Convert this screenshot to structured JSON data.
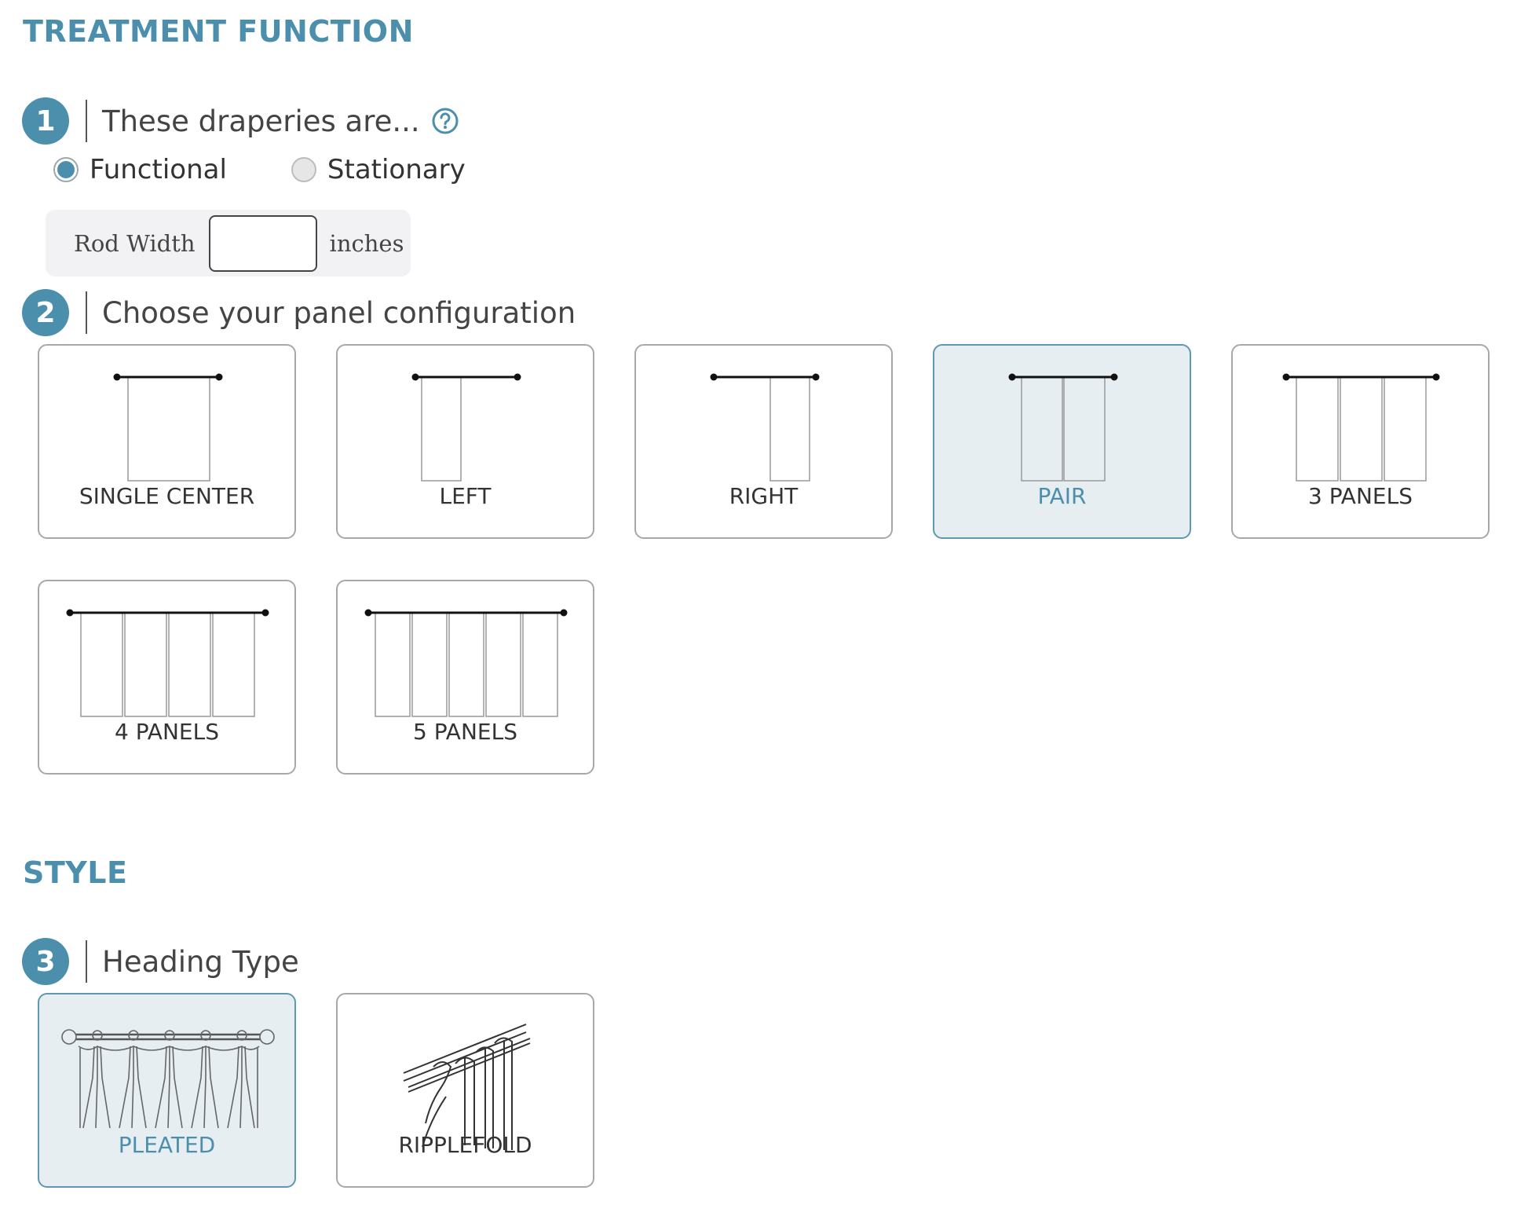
{
  "sections": {
    "treatment_title": "TREATMENT FUNCTION",
    "style_title": "STYLE"
  },
  "steps": [
    {
      "number": "1",
      "text": "These draperies are..."
    },
    {
      "number": "2",
      "text": "Choose your panel configuration"
    },
    {
      "number": "3",
      "text": "Heading Type"
    }
  ],
  "help_icon": "question-circle-icon",
  "function_options": [
    {
      "label": "Functional",
      "selected": true
    },
    {
      "label": "Stationary",
      "selected": false
    }
  ],
  "rod_width": {
    "label": "Rod Width",
    "value": "",
    "unit": "inches"
  },
  "panel_configs": [
    {
      "label": "SINGLE CENTER",
      "selected": false
    },
    {
      "label": "LEFT",
      "selected": false
    },
    {
      "label": "RIGHT",
      "selected": false
    },
    {
      "label": "PAIR",
      "selected": true
    },
    {
      "label": "3 PANELS",
      "selected": false
    },
    {
      "label": "4 PANELS",
      "selected": false
    },
    {
      "label": "5 PANELS",
      "selected": false
    }
  ],
  "heading_types": [
    {
      "label": "PLEATED",
      "selected": true
    },
    {
      "label": "RIPPLEFOLD",
      "selected": false
    }
  ],
  "colors": {
    "accent": "#4b8fac",
    "selected_bg": "#e6eef2",
    "border": "#a8a8a8"
  }
}
